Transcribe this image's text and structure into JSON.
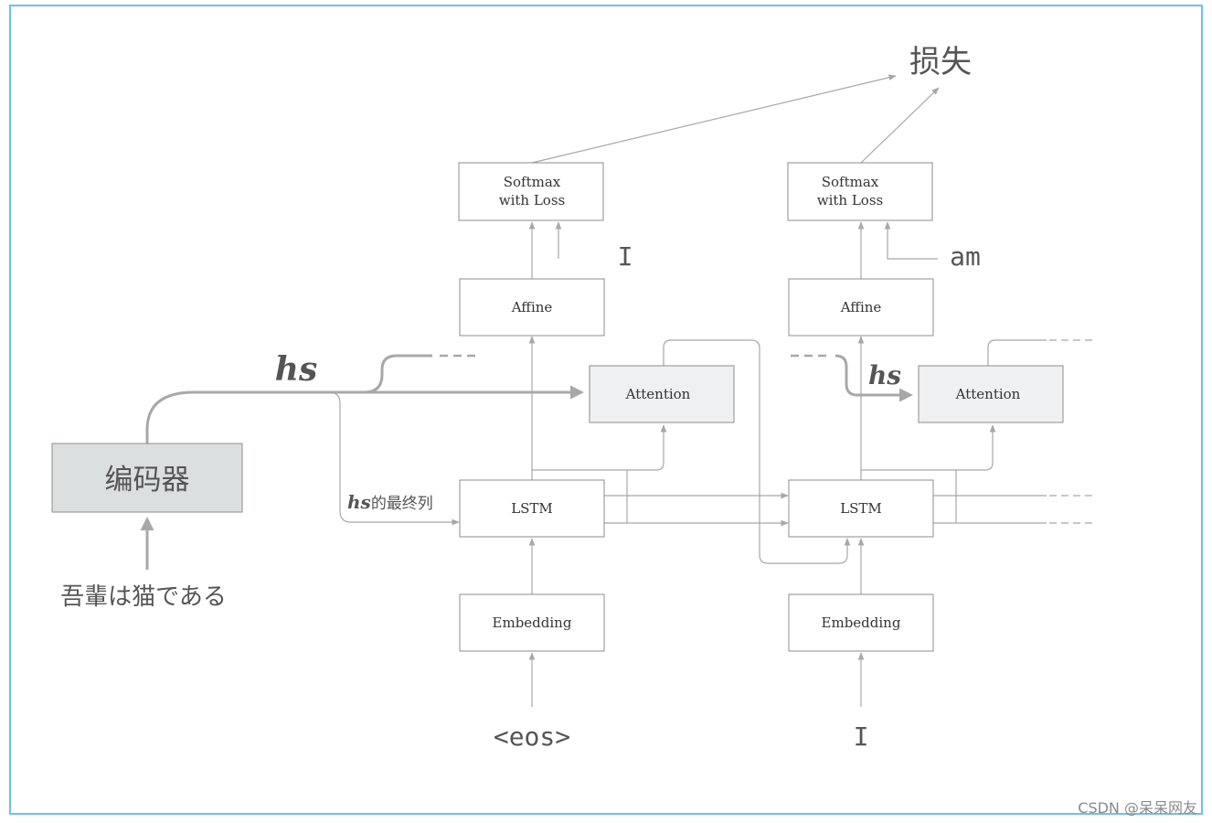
{
  "labels": {
    "loss": "损失",
    "encoder": "编码器",
    "input_sentence": "吾輩は猫である",
    "hs_main": "hs",
    "hs_side": "hs",
    "hs_last_var": "hs",
    "hs_last_suffix": "的最终列",
    "watermark": "CSDN @呆呆网友"
  },
  "step1": {
    "softmax_line1": "Softmax",
    "softmax_line2": "with Loss",
    "target": "I",
    "affine": "Affine",
    "attention": "Attention",
    "lstm": "LSTM",
    "embedding": "Embedding",
    "input_token": "<eos>"
  },
  "step2": {
    "softmax_line1": "Softmax",
    "softmax_line2": "with Loss",
    "target": "am",
    "affine": "Affine",
    "attention": "Attention",
    "lstm": "LSTM",
    "embedding": "Embedding",
    "input_token": "I"
  }
}
